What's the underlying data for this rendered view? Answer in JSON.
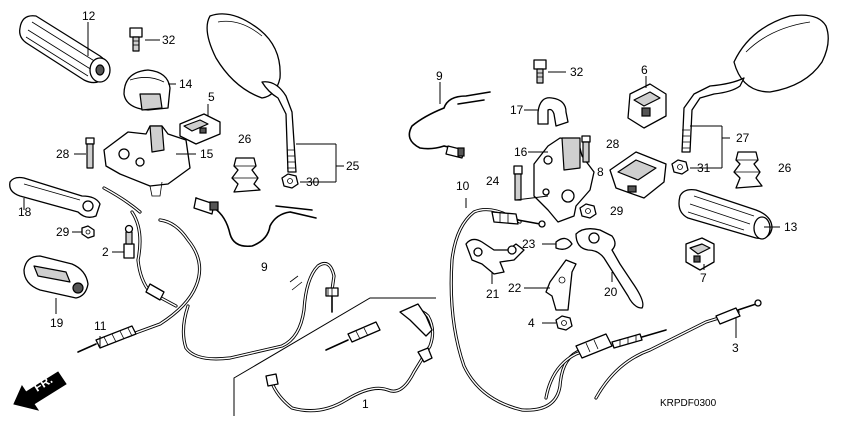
{
  "diagram": {
    "code": "KRPDF0300",
    "direction_label": "FR.",
    "callouts": [
      {
        "id": "c12",
        "text": "12"
      },
      {
        "id": "c32a",
        "text": "32"
      },
      {
        "id": "c14",
        "text": "14"
      },
      {
        "id": "c5",
        "text": "5"
      },
      {
        "id": "c26a",
        "text": "26"
      },
      {
        "id": "c28a",
        "text": "28"
      },
      {
        "id": "c15",
        "text": "15"
      },
      {
        "id": "c25",
        "text": "25"
      },
      {
        "id": "c30",
        "text": "30"
      },
      {
        "id": "c18",
        "text": "18"
      },
      {
        "id": "c29a",
        "text": "29"
      },
      {
        "id": "c2",
        "text": "2"
      },
      {
        "id": "c19",
        "text": "19"
      },
      {
        "id": "c11",
        "text": "11"
      },
      {
        "id": "c9a",
        "text": "9"
      },
      {
        "id": "c9b",
        "text": "9"
      },
      {
        "id": "c1",
        "text": "1"
      },
      {
        "id": "c10",
        "text": "10"
      },
      {
        "id": "c17",
        "text": "17"
      },
      {
        "id": "c32b",
        "text": "32"
      },
      {
        "id": "c6",
        "text": "6"
      },
      {
        "id": "c16",
        "text": "16"
      },
      {
        "id": "c28b",
        "text": "28"
      },
      {
        "id": "c8",
        "text": "8"
      },
      {
        "id": "c24",
        "text": "24"
      },
      {
        "id": "c29b",
        "text": "29"
      },
      {
        "id": "c27",
        "text": "27"
      },
      {
        "id": "c31",
        "text": "31"
      },
      {
        "id": "c26b",
        "text": "26"
      },
      {
        "id": "c13",
        "text": "13"
      },
      {
        "id": "c7",
        "text": "7"
      },
      {
        "id": "c23",
        "text": "23"
      },
      {
        "id": "c21",
        "text": "21"
      },
      {
        "id": "c22",
        "text": "22"
      },
      {
        "id": "c20",
        "text": "20"
      },
      {
        "id": "c4",
        "text": "4"
      },
      {
        "id": "c3",
        "text": "3"
      }
    ]
  }
}
